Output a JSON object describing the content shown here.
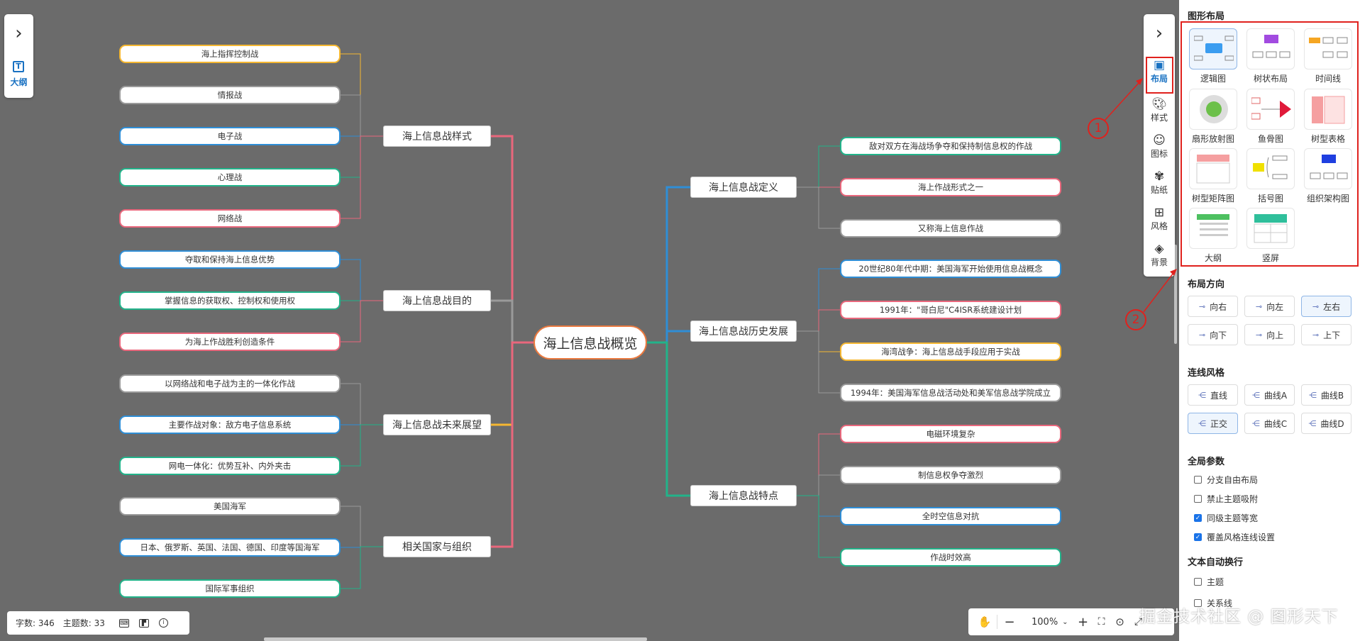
{
  "mindmap": {
    "root": "海上信息战概览",
    "left_branches": [
      {
        "label": "海上信息战样式",
        "color": "#e9677c",
        "children": [
          {
            "label": "海上指挥控制战",
            "color": "#f5b731"
          },
          {
            "label": "情报战",
            "color": "#9a9a9a"
          },
          {
            "label": "电子战",
            "color": "#2f8ed6"
          },
          {
            "label": "心理战",
            "color": "#22b38a"
          },
          {
            "label": "网络战",
            "color": "#e9677c"
          }
        ]
      },
      {
        "label": "海上信息战目的",
        "color": "#9a9a9a",
        "children": [
          {
            "label": "夺取和保持海上信息优势",
            "color": "#2f8ed6"
          },
          {
            "label": "掌握信息的获取权、控制权和使用权",
            "color": "#22b38a"
          },
          {
            "label": "为海上作战胜利创造条件",
            "color": "#e9677c"
          }
        ]
      },
      {
        "label": "海上信息战未来展望",
        "color": "#f5b731",
        "children": [
          {
            "label": "以网络战和电子战为主的一体化作战",
            "color": "#9a9a9a"
          },
          {
            "label": "主要作战对象：敌方电子信息系统",
            "color": "#2f8ed6"
          },
          {
            "label": "网电一体化：优势互补、内外夹击",
            "color": "#22b38a"
          }
        ]
      },
      {
        "label": "相关国家与组织",
        "color": "#e9677c",
        "children": [
          {
            "label": "美国海军",
            "color": "#9a9a9a"
          },
          {
            "label": "日本、俄罗斯、英国、法国、德国、印度等国海军",
            "color": "#2f8ed6"
          },
          {
            "label": "国际军事组织",
            "color": "#22b38a"
          }
        ]
      }
    ],
    "right_branches": [
      {
        "label": "海上信息战定义",
        "color": "#2f8ed6",
        "children": [
          {
            "label": "敌对双方在海战场争夺和保持制信息权的作战",
            "color": "#22b38a"
          },
          {
            "label": "海上作战形式之一",
            "color": "#e9677c"
          },
          {
            "label": "又称海上信息作战",
            "color": "#9a9a9a"
          }
        ]
      },
      {
        "label": "海上信息战历史发展",
        "color": "#2f8ed6",
        "children": [
          {
            "label": "20世纪80年代中期：美国海军开始使用信息战概念",
            "color": "#2f8ed6"
          },
          {
            "label": "1991年：\"哥白尼\"C4ISR系统建设计划",
            "color": "#e9677c"
          },
          {
            "label": "海湾战争：海上信息战手段应用于实战",
            "color": "#f5b731"
          },
          {
            "label": "1994年：美国海军信息战活动处和美军信息战学院成立",
            "color": "#9a9a9a"
          }
        ]
      },
      {
        "label": "海上信息战特点",
        "color": "#22b38a",
        "children": [
          {
            "label": "电磁环境复杂",
            "color": "#e9677c"
          },
          {
            "label": "制信息权争夺激烈",
            "color": "#9a9a9a"
          },
          {
            "label": "全时空信息对抗",
            "color": "#2f8ed6"
          },
          {
            "label": "作战时效高",
            "color": "#22b38a"
          }
        ]
      }
    ]
  },
  "left_panel": {
    "outline_label": "大纲",
    "outline_glyph": "T",
    "expand_icon": "chevron-right-icon"
  },
  "status_bar": {
    "word_count": "字数: 346",
    "topic_count": "主题数: 33"
  },
  "zoom_bar": {
    "zoom_level": "100%"
  },
  "tool_strip": {
    "items": [
      {
        "label": "布局",
        "icon": "layout-icon",
        "active": true
      },
      {
        "label": "样式",
        "icon": "palette-icon"
      },
      {
        "label": "图标",
        "icon": "smile-icon"
      },
      {
        "label": "贴纸",
        "icon": "sticker-icon"
      },
      {
        "label": "风格",
        "icon": "grid-icon"
      },
      {
        "label": "背景",
        "icon": "layers-icon"
      }
    ]
  },
  "callouts": [
    "1",
    "2"
  ],
  "right_panel": {
    "layout_title": "图形布局",
    "layouts": [
      "逻辑图",
      "树状布局",
      "时间线",
      "扇形放射图",
      "鱼骨图",
      "树型表格",
      "树型矩阵图",
      "括号图",
      "组织架构图",
      "大纲",
      "竖屏"
    ],
    "direction_title": "布局方向",
    "directions": [
      "向右",
      "向左",
      "左右",
      "向下",
      "向上",
      "上下"
    ],
    "line_title": "连线风格",
    "line_styles": [
      "直线",
      "曲线A",
      "曲线B",
      "正交",
      "曲线C",
      "曲线D"
    ],
    "global_title": "全局参数",
    "global_options": [
      {
        "label": "分支自由布局",
        "checked": false
      },
      {
        "label": "禁止主题吸附",
        "checked": false
      },
      {
        "label": "同级主题等宽",
        "checked": true
      },
      {
        "label": "覆盖风格连线设置",
        "checked": true
      }
    ],
    "wrap_title": "文本自动换行",
    "wrap_options": [
      {
        "label": "主题",
        "checked": false
      },
      {
        "label": "关系线",
        "checked": false
      }
    ]
  },
  "watermark": "掘金技术社区 @ 图形天下",
  "colors": {
    "accent": "#1971c2",
    "annotation_red": "#e0211d",
    "root_border": "#e9793f",
    "canvas_bg": "#6b6b6b"
  }
}
